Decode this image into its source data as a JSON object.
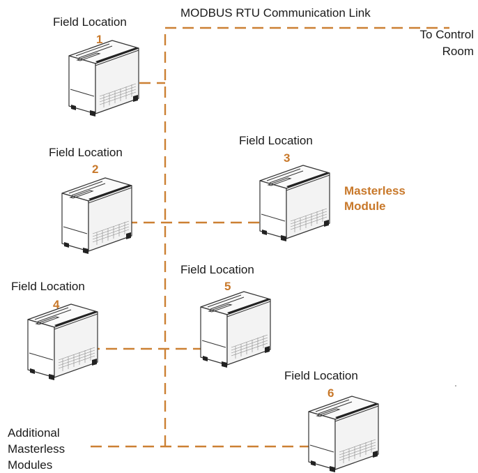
{
  "link_title": "MODBUS RTU Communication Link",
  "control_room": "To Control Room",
  "additional_modules": "Additional Masterless Modules",
  "masterless_module": "Masterless Module",
  "colors": {
    "link": "#cc8033",
    "accent": "#c8782a",
    "text": "#1a1a1a"
  },
  "locations": [
    {
      "label": "Field Location",
      "number": "1"
    },
    {
      "label": "Field Location",
      "number": "2"
    },
    {
      "label": "Field Location",
      "number": "3"
    },
    {
      "label": "Field Location",
      "number": "4"
    },
    {
      "label": "Field Location",
      "number": "5"
    },
    {
      "label": "Field Location",
      "number": "6"
    }
  ]
}
